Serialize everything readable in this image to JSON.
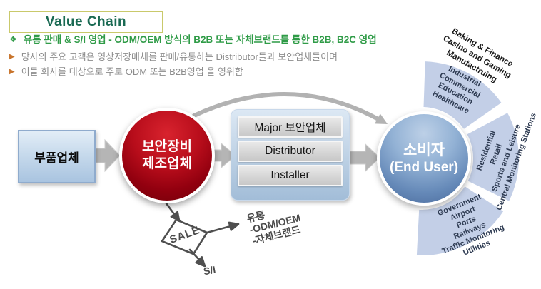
{
  "title": "Value Chain",
  "bullets": [
    {
      "marker": "❖",
      "text": "유통 판매 & S/I 영업 - ODM/OEM 방식의  B2B 또는 자체브랜드를 통한 B2B, B2C 영업"
    },
    {
      "marker": "▶",
      "text": "당사의 주요 고객은 영상저장매체를 판매/유통하는 Distributor들과 보안업체들이며"
    },
    {
      "marker": "▶",
      "text": "이들 회사를 대상으로 주로 ODM 또는 B2B영업 을 영위함"
    }
  ],
  "flow": {
    "supplier": "부품업체",
    "manufacturer": {
      "line1": "보안장비",
      "line2": "제조업체"
    },
    "channels": [
      "Major 보안업체",
      "Distributor",
      "Installer"
    ],
    "consumer": {
      "line1": "소비자",
      "line2": "(End User)"
    }
  },
  "sale_sketch": {
    "box_label": "SALE",
    "right_note": [
      "유통",
      "-ODM/OEM",
      "-자체브랜드"
    ],
    "down_note": "S/I"
  },
  "industries": {
    "outer_top": [
      "Baking & Finance",
      "Casino and Gaming",
      "Manufactruing"
    ],
    "wedge_top": [
      "Industrial",
      "Commercial",
      "Education",
      "Healthcare"
    ],
    "wedge_right": [
      "Residential",
      "Retail",
      "Sports and Leisure",
      "Central Monitoring Stations"
    ],
    "wedge_bottom": [
      "Government",
      "Airport",
      "Ports",
      "Railways",
      "Traffic Monitoring",
      "Utilities"
    ]
  },
  "colors": {
    "title_green": "#1a6a53",
    "title_border": "#c9c96b",
    "bullet_green": "#2f9b47",
    "bullet_orange": "#c8742c",
    "bullet_gray": "#8c8c8c",
    "arrow_gray": "#b5b5b5",
    "red_circle": "#a80915",
    "blue_circle": "#5c7fae",
    "wedge_blue": "#c3cfe7",
    "sketch_gray": "#4f4f4f"
  }
}
